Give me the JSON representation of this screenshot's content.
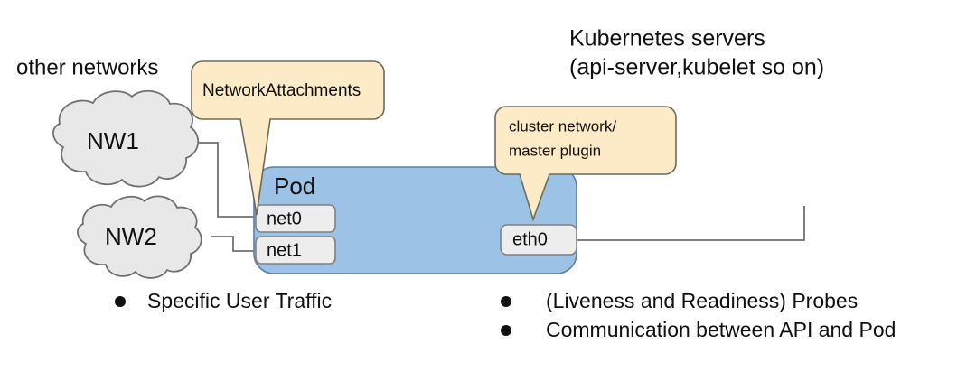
{
  "diagram": {
    "title_labels": {
      "other_networks": "other networks",
      "k8s_servers_line1": "Kubernetes servers",
      "k8s_servers_line2": "(api-server,kubelet so on)"
    },
    "clouds": [
      {
        "name": "NW1",
        "label": "NW1"
      },
      {
        "name": "NW2",
        "label": "NW2"
      }
    ],
    "pod": {
      "label": "Pod",
      "interfaces": [
        {
          "name": "net0",
          "label": "net0"
        },
        {
          "name": "net1",
          "label": "net1"
        },
        {
          "name": "eth0",
          "label": "eth0"
        }
      ]
    },
    "callouts": [
      {
        "name": "network-attachments",
        "lines": [
          "NetworkAttachments"
        ]
      },
      {
        "name": "cluster-network",
        "lines": [
          "cluster network/",
          "master plugin"
        ]
      }
    ],
    "bullets_left": [
      "Specific User Traffic"
    ],
    "bullets_right": [
      "(Liveness and Readiness) Probes",
      "Communication between API and Pod"
    ],
    "colors": {
      "pod_fill": "#9CC3E5",
      "pod_stroke": "#5B7FA6",
      "callout_fill": "#FCEBC6",
      "callout_stroke": "#A89A74",
      "cloud_fill": "#E8E8E8",
      "cloud_stroke": "#707070",
      "iface_fill": "#EDEDED",
      "iface_stroke": "#808080",
      "line": "#707070",
      "text": "#101010",
      "background": "#FFFFFF"
    }
  }
}
